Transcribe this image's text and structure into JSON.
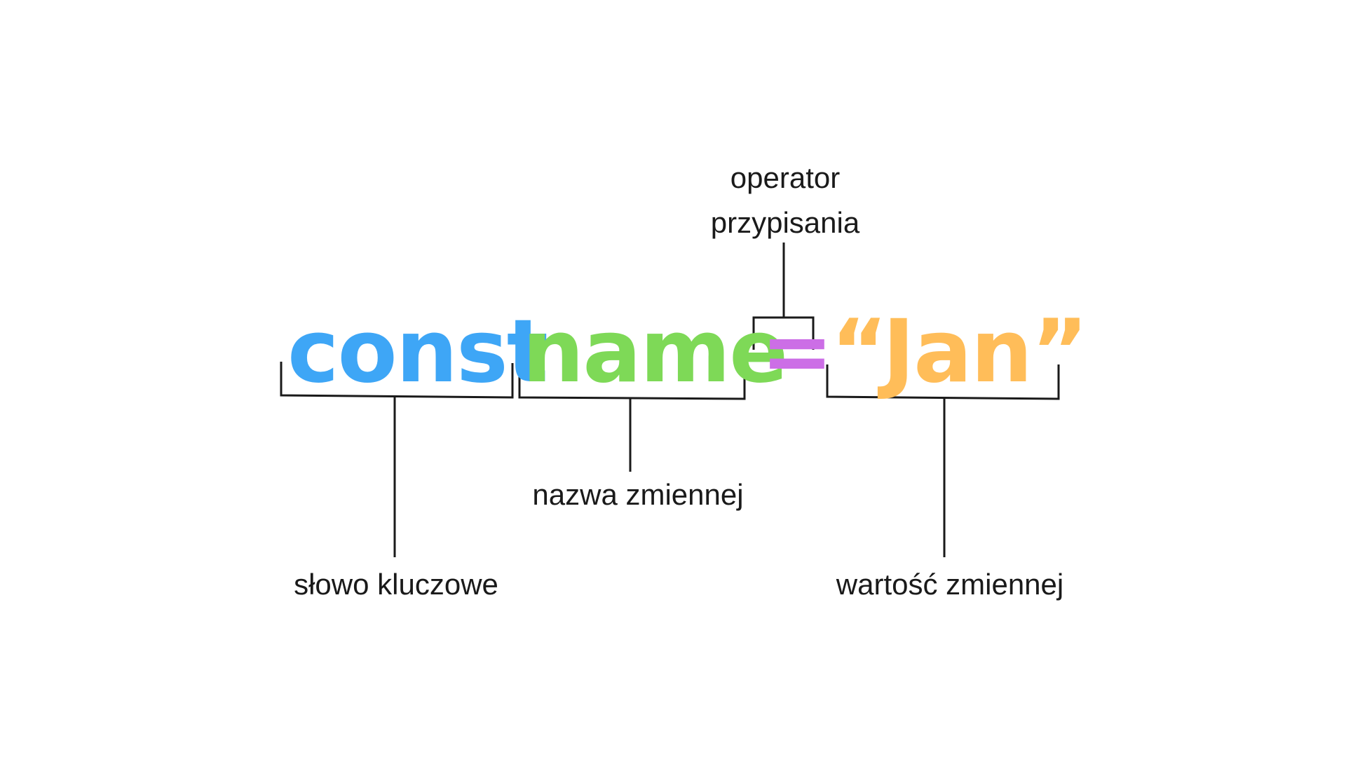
{
  "code": {
    "keyword": "const",
    "name": "name",
    "operator": "=",
    "value": "“Jan”"
  },
  "labels": {
    "operator_line1": "operator",
    "operator_line2": "przypisania",
    "name": "nazwa zmiennej",
    "keyword": "słowo kluczowe",
    "value": "wartość zmiennej"
  },
  "colors": {
    "keyword": "#3ea6f6",
    "name": "#7ed957",
    "operator": "#cc6ee6",
    "value": "#ffbd59",
    "lines": "#1a1a1a"
  }
}
